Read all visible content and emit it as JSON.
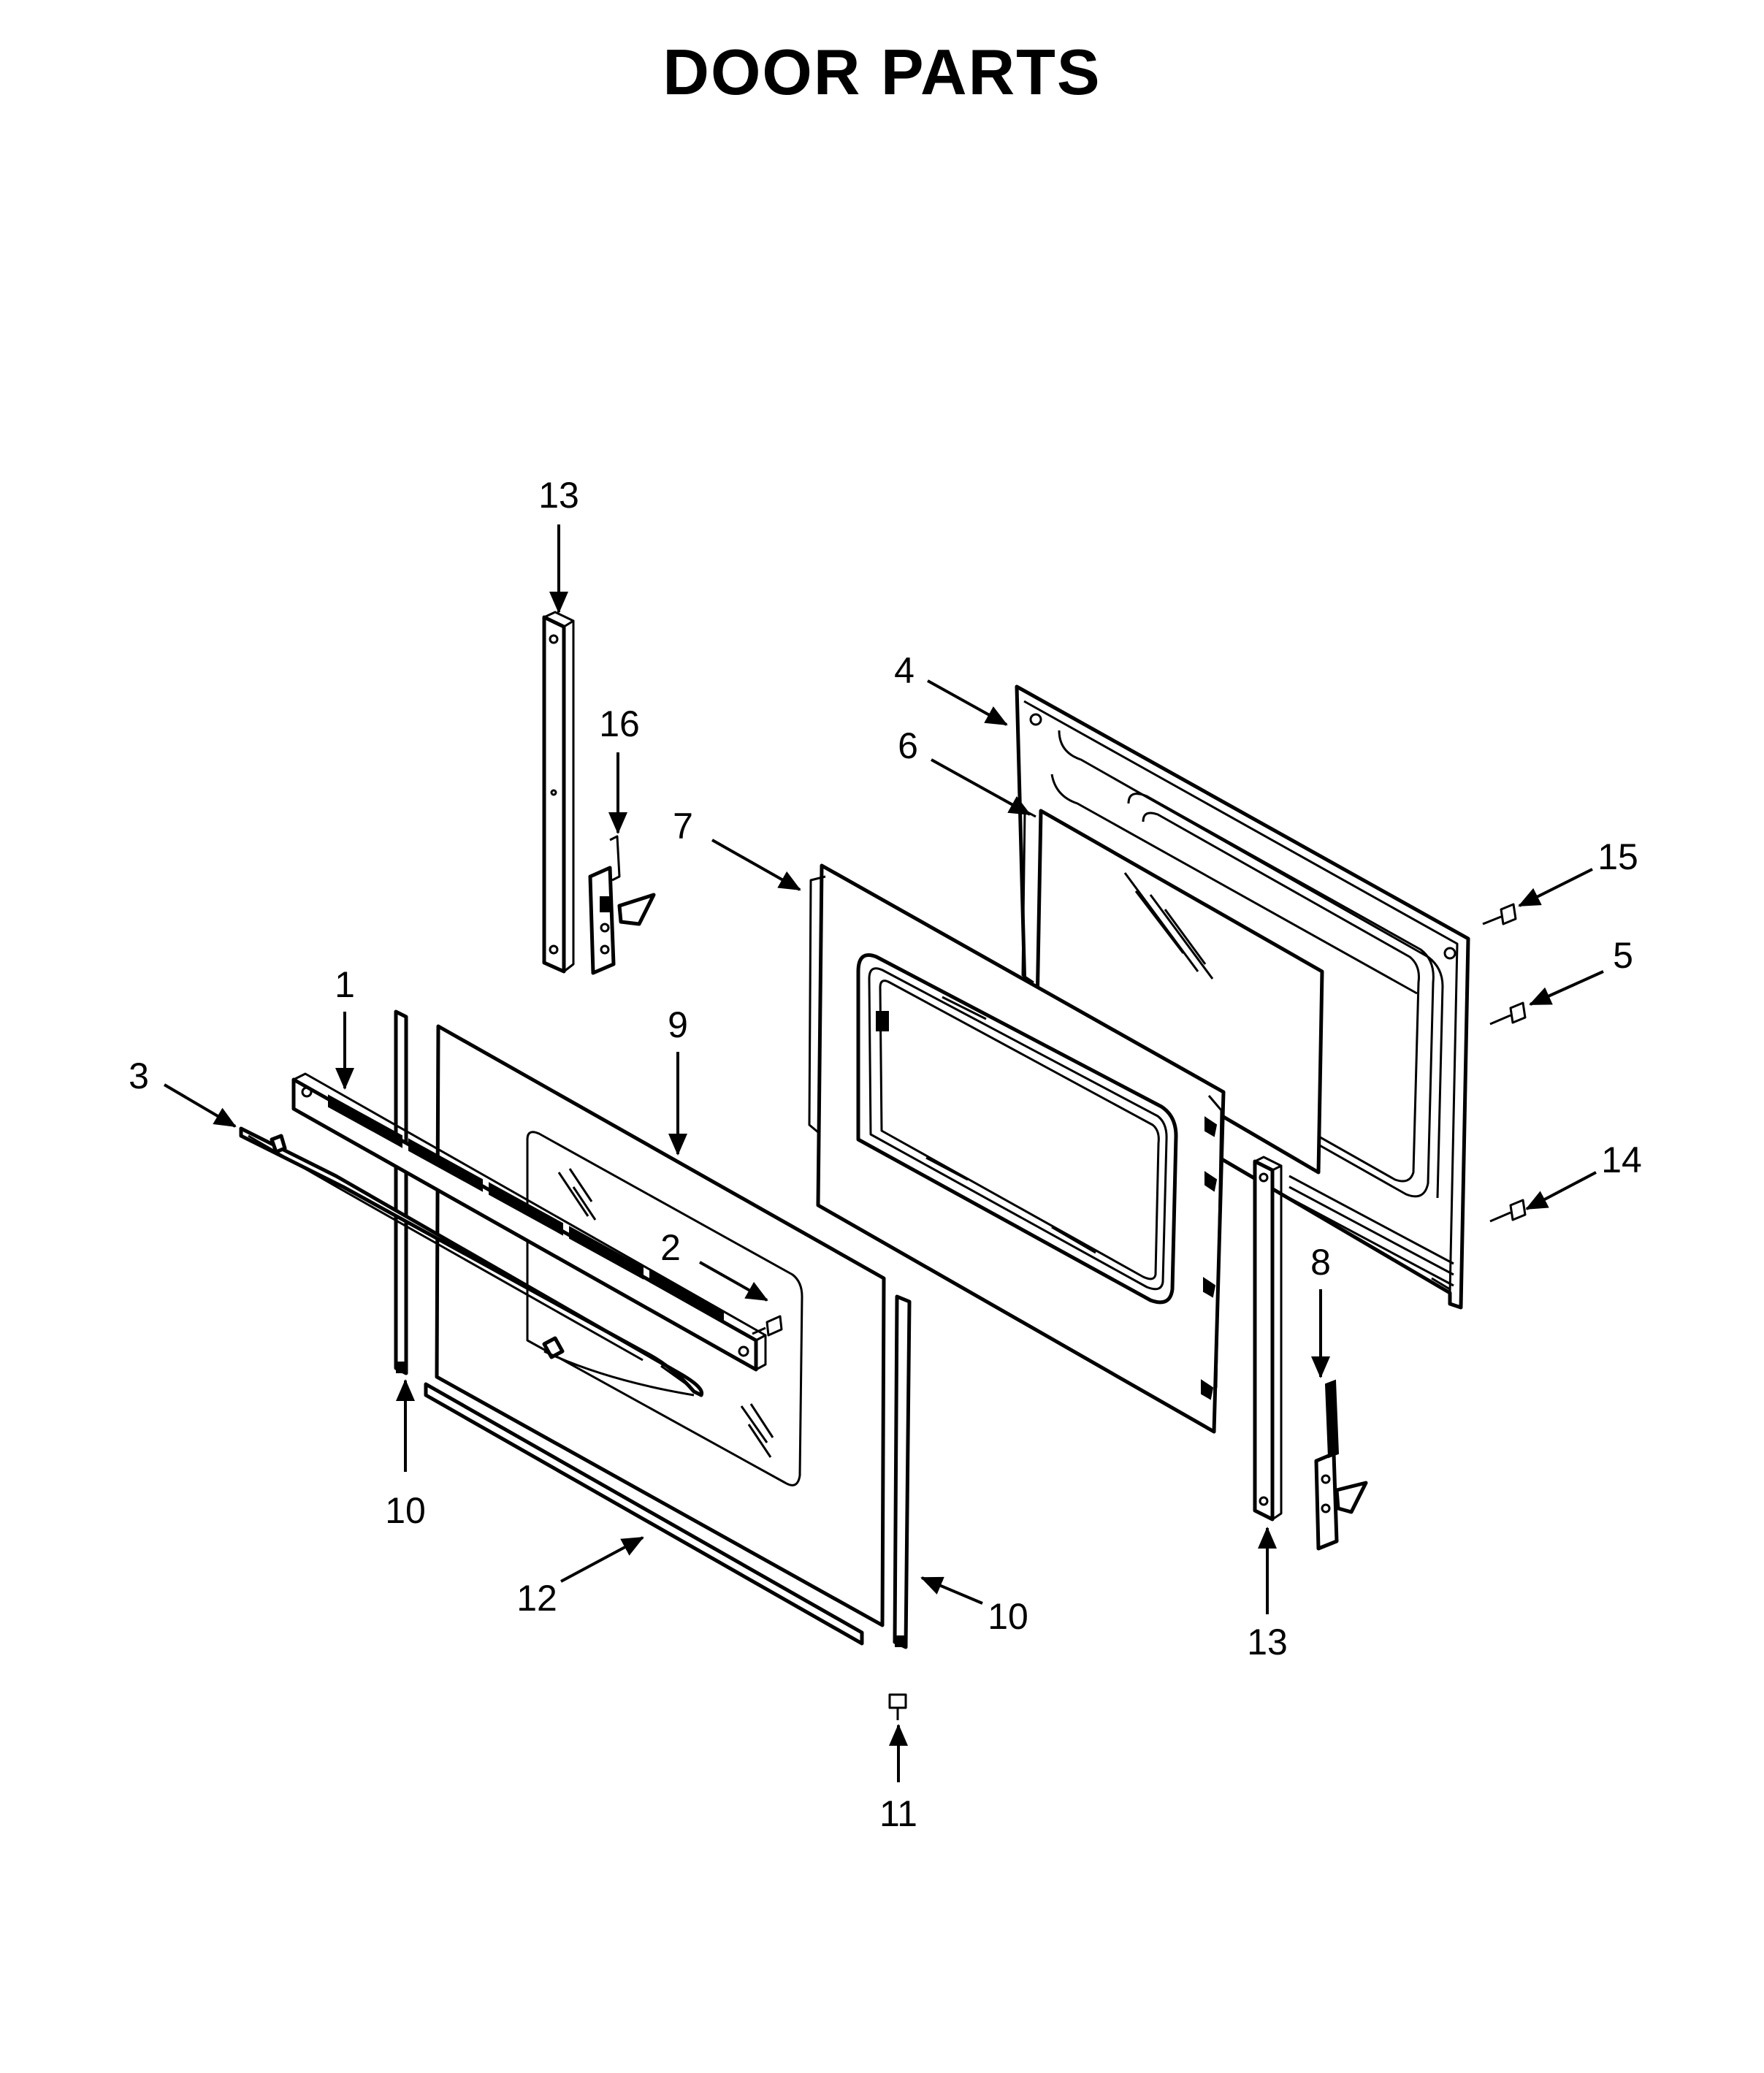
{
  "title": "DOOR PARTS",
  "callouts": [
    {
      "id": "c13a",
      "label": "13"
    },
    {
      "id": "c16",
      "label": "16"
    },
    {
      "id": "c4",
      "label": "4"
    },
    {
      "id": "c6",
      "label": "6"
    },
    {
      "id": "c7",
      "label": "7"
    },
    {
      "id": "c15",
      "label": "15"
    },
    {
      "id": "c5",
      "label": "5"
    },
    {
      "id": "c1",
      "label": "1"
    },
    {
      "id": "c9",
      "label": "9"
    },
    {
      "id": "c3",
      "label": "3"
    },
    {
      "id": "c2",
      "label": "2"
    },
    {
      "id": "c14",
      "label": "14"
    },
    {
      "id": "c8",
      "label": "8"
    },
    {
      "id": "c10a",
      "label": "10"
    },
    {
      "id": "c12",
      "label": "12"
    },
    {
      "id": "c10b",
      "label": "10"
    },
    {
      "id": "c13b",
      "label": "13"
    },
    {
      "id": "c11",
      "label": "11"
    }
  ],
  "colors": {
    "line": "#000000",
    "background": "#ffffff"
  }
}
